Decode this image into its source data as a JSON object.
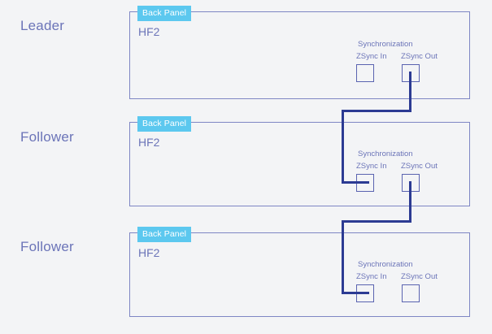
{
  "diagram": {
    "title": "ZSync daisy-chain synchronization diagram",
    "background_color": "#f3f4f6",
    "panel_border_color": "#7e86c4",
    "badge_color": "#5cc8ef",
    "badge_text_color": "#ffffff",
    "text_color": "#6b74b8",
    "cable_color": "#2c3b93",
    "port_border_color": "#5a63b0"
  },
  "devices": [
    {
      "role": "Leader",
      "badge": "Back Panel",
      "model": "HF2",
      "sync_group_title": "Synchronization",
      "ports": [
        {
          "label": "ZSync In",
          "connected": false
        },
        {
          "label": "ZSync Out",
          "connected": true
        }
      ]
    },
    {
      "role": "Follower",
      "badge": "Back Panel",
      "model": "HF2",
      "sync_group_title": "Synchronization",
      "ports": [
        {
          "label": "ZSync In",
          "connected": true
        },
        {
          "label": "ZSync Out",
          "connected": true
        }
      ]
    },
    {
      "role": "Follower",
      "badge": "Back Panel",
      "model": "HF2",
      "sync_group_title": "Synchronization",
      "ports": [
        {
          "label": "ZSync In",
          "connected": true
        },
        {
          "label": "ZSync Out",
          "connected": false
        }
      ]
    }
  ],
  "connections": [
    {
      "from": "device-1-zsync-out",
      "to": "device-2-zsync-in"
    },
    {
      "from": "device-2-zsync-out",
      "to": "device-3-zsync-in"
    }
  ]
}
